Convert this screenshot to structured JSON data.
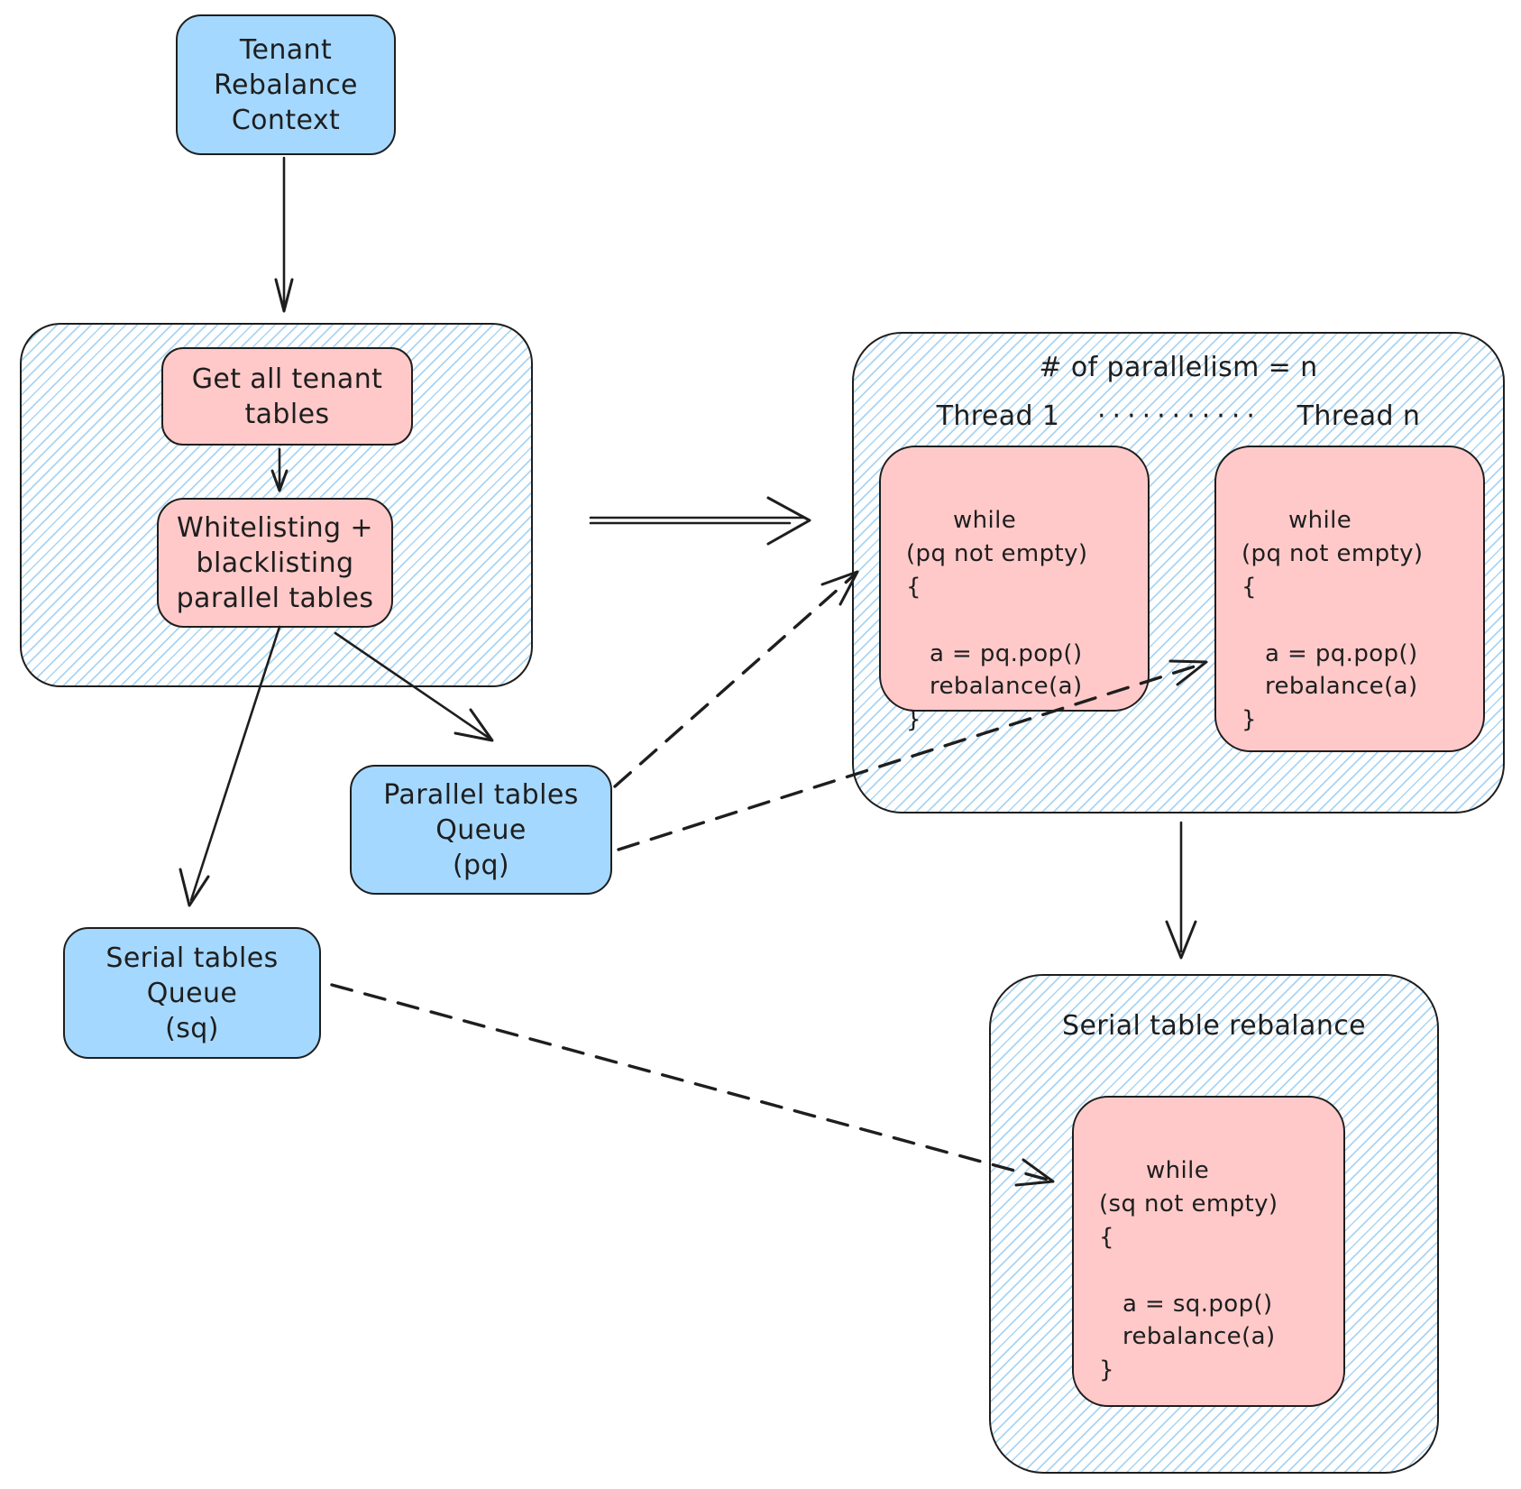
{
  "colors": {
    "ink": "#1e1e1e",
    "blue_fill": "#a5d8ff",
    "pink_fill": "#ffc9c9",
    "hatch_line": "#7dbeeb"
  },
  "nodes": {
    "tenant_context": {
      "label": "Tenant\nRebalance\nContext"
    },
    "get_tables": {
      "label": "Get all tenant\ntables"
    },
    "whitelisting": {
      "label": "Whitelisting +\nblacklisting\nparallel tables"
    },
    "parallel_queue": {
      "label": "Parallel tables\nQueue\n(pq)"
    },
    "serial_queue": {
      "label": "Serial tables\nQueue\n(sq)"
    }
  },
  "threads_container": {
    "title": "# of parallelism = n",
    "thread_1_label": "Thread 1",
    "separator_dots": "···········",
    "thread_n_label": "Thread n",
    "thread_1_code": "while\n(pq not empty)\n{\n\n   a = pq.pop()\n   rebalance(a)\n}",
    "thread_n_code": "while\n(pq not empty)\n{\n\n   a = pq.pop()\n   rebalance(a)\n}"
  },
  "serial_container": {
    "title": "Serial table rebalance",
    "code": "while\n(sq not empty)\n{\n\n   a = sq.pop()\n   rebalance(a)\n}"
  }
}
